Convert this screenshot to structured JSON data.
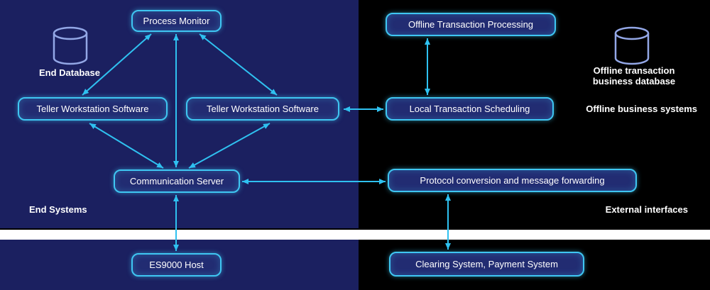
{
  "nodes": {
    "process_monitor": {
      "label": "Process Monitor"
    },
    "teller_left": {
      "label": "Teller Workstation Software"
    },
    "teller_right": {
      "label": "Teller Workstation Software"
    },
    "offline_processing": {
      "label": "Offline Transaction Processing"
    },
    "local_scheduling": {
      "label": "Local Transaction Scheduling"
    },
    "comm_server": {
      "label": "Communication Server"
    },
    "protocol_conversion": {
      "label": "Protocol conversion and message forwarding"
    },
    "es9000_host": {
      "label": "ES9000 Host"
    },
    "clearing_system": {
      "label": "Clearing System, Payment System"
    }
  },
  "section_labels": {
    "end_database": "End Database",
    "end_systems": "End Systems",
    "offline_business_database": "Offline transaction business database",
    "offline_business_systems": "Offline business systems",
    "external_interfaces": "External interfaces"
  },
  "icons": {
    "left_database_icon": "database-cylinder",
    "right_database_icon": "database-cylinder"
  },
  "colors": {
    "panel_background": "#1b2060",
    "node_fill": "#222c72",
    "node_border": "#3fc6f2",
    "arrow": "#2fc1f0",
    "text": "#ffffff",
    "separator_stripe": "#ffffff",
    "cylinder_outline": "#93a7e6"
  },
  "edges": [
    {
      "from": "process_monitor",
      "to": "teller_left",
      "type": "bidirectional"
    },
    {
      "from": "process_monitor",
      "to": "teller_right",
      "type": "bidirectional"
    },
    {
      "from": "process_monitor",
      "to": "comm_server",
      "type": "bidirectional"
    },
    {
      "from": "teller_left",
      "to": "comm_server",
      "type": "bidirectional"
    },
    {
      "from": "teller_right",
      "to": "comm_server",
      "type": "bidirectional"
    },
    {
      "from": "teller_right",
      "to": "local_scheduling",
      "type": "bidirectional"
    },
    {
      "from": "offline_processing",
      "to": "local_scheduling",
      "type": "bidirectional"
    },
    {
      "from": "comm_server",
      "to": "protocol_conversion",
      "type": "bidirectional"
    },
    {
      "from": "comm_server",
      "to": "es9000_host",
      "type": "bidirectional"
    },
    {
      "from": "protocol_conversion",
      "to": "clearing_system",
      "type": "bidirectional"
    }
  ]
}
